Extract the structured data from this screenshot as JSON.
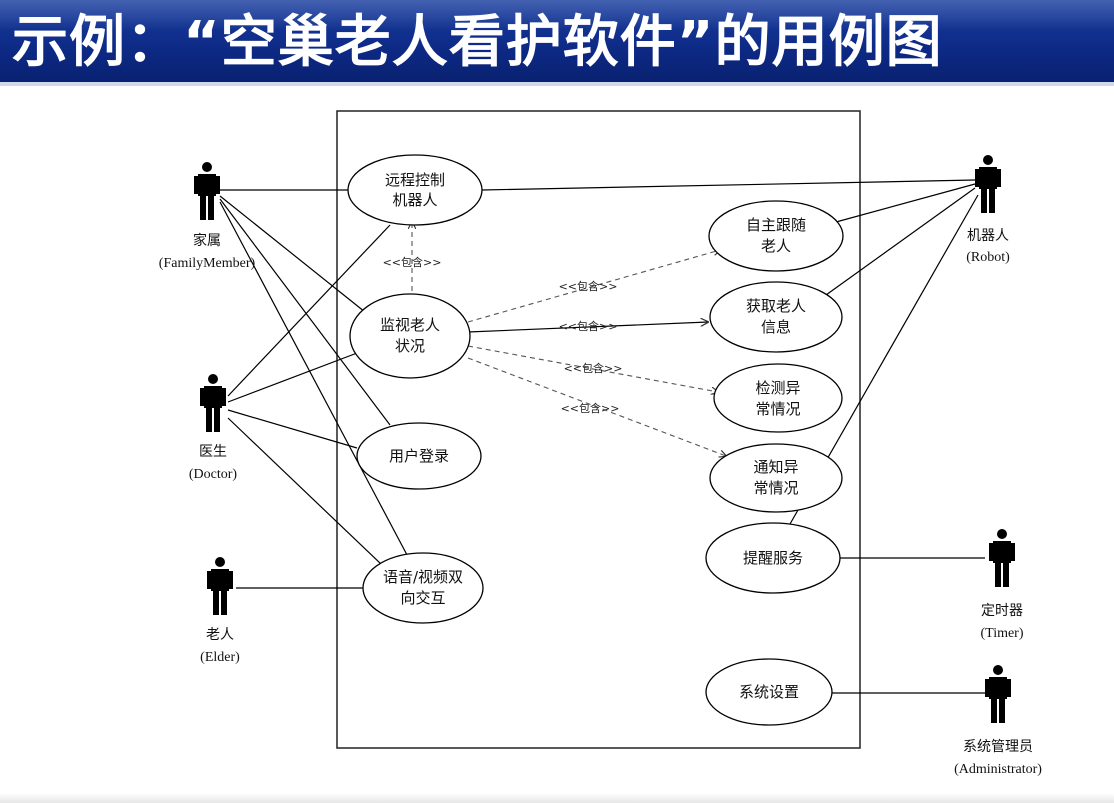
{
  "title": "示例：“空巢老人看护软件”的用例图",
  "actors": {
    "family": {
      "name": "家属",
      "role": "(FamilyMember)"
    },
    "doctor": {
      "name": "医生",
      "role": "(Doctor)"
    },
    "elder": {
      "name": "老人",
      "role": "(Elder)"
    },
    "robot": {
      "name": "机器人",
      "role": "(Robot)"
    },
    "timer": {
      "name": "定时器",
      "role": "(Timer)"
    },
    "admin": {
      "name": "系统管理员",
      "role": "(Administrator)"
    }
  },
  "use_cases": {
    "remote": {
      "line1": "远程控制",
      "line2": "机器人"
    },
    "monitor": {
      "line1": "监视老人",
      "line2": "状况"
    },
    "login": {
      "line1": "用户登录"
    },
    "voice": {
      "line1": "语音/视频双",
      "line2": "向交互"
    },
    "follow": {
      "line1": "自主跟随",
      "line2": "老人"
    },
    "getinfo": {
      "line1": "获取老人",
      "line2": "信息"
    },
    "detect": {
      "line1": "检测异",
      "line2": "常情况"
    },
    "notify": {
      "line1": "通知异",
      "line2": "常情况"
    },
    "remind": {
      "line1": "提醒服务"
    },
    "settings": {
      "line1": "系统设置"
    }
  },
  "include_labels": {
    "i1": "<<包含>>",
    "i2": "<<包含>>",
    "i3": "<<包含>>",
    "i4": "<<包含>>",
    "i5": "<<包含>>"
  },
  "colors": {
    "header_bg": "#0d2a86",
    "header_text": "#ffffff",
    "line": "#000000",
    "dashed": "#555555"
  }
}
